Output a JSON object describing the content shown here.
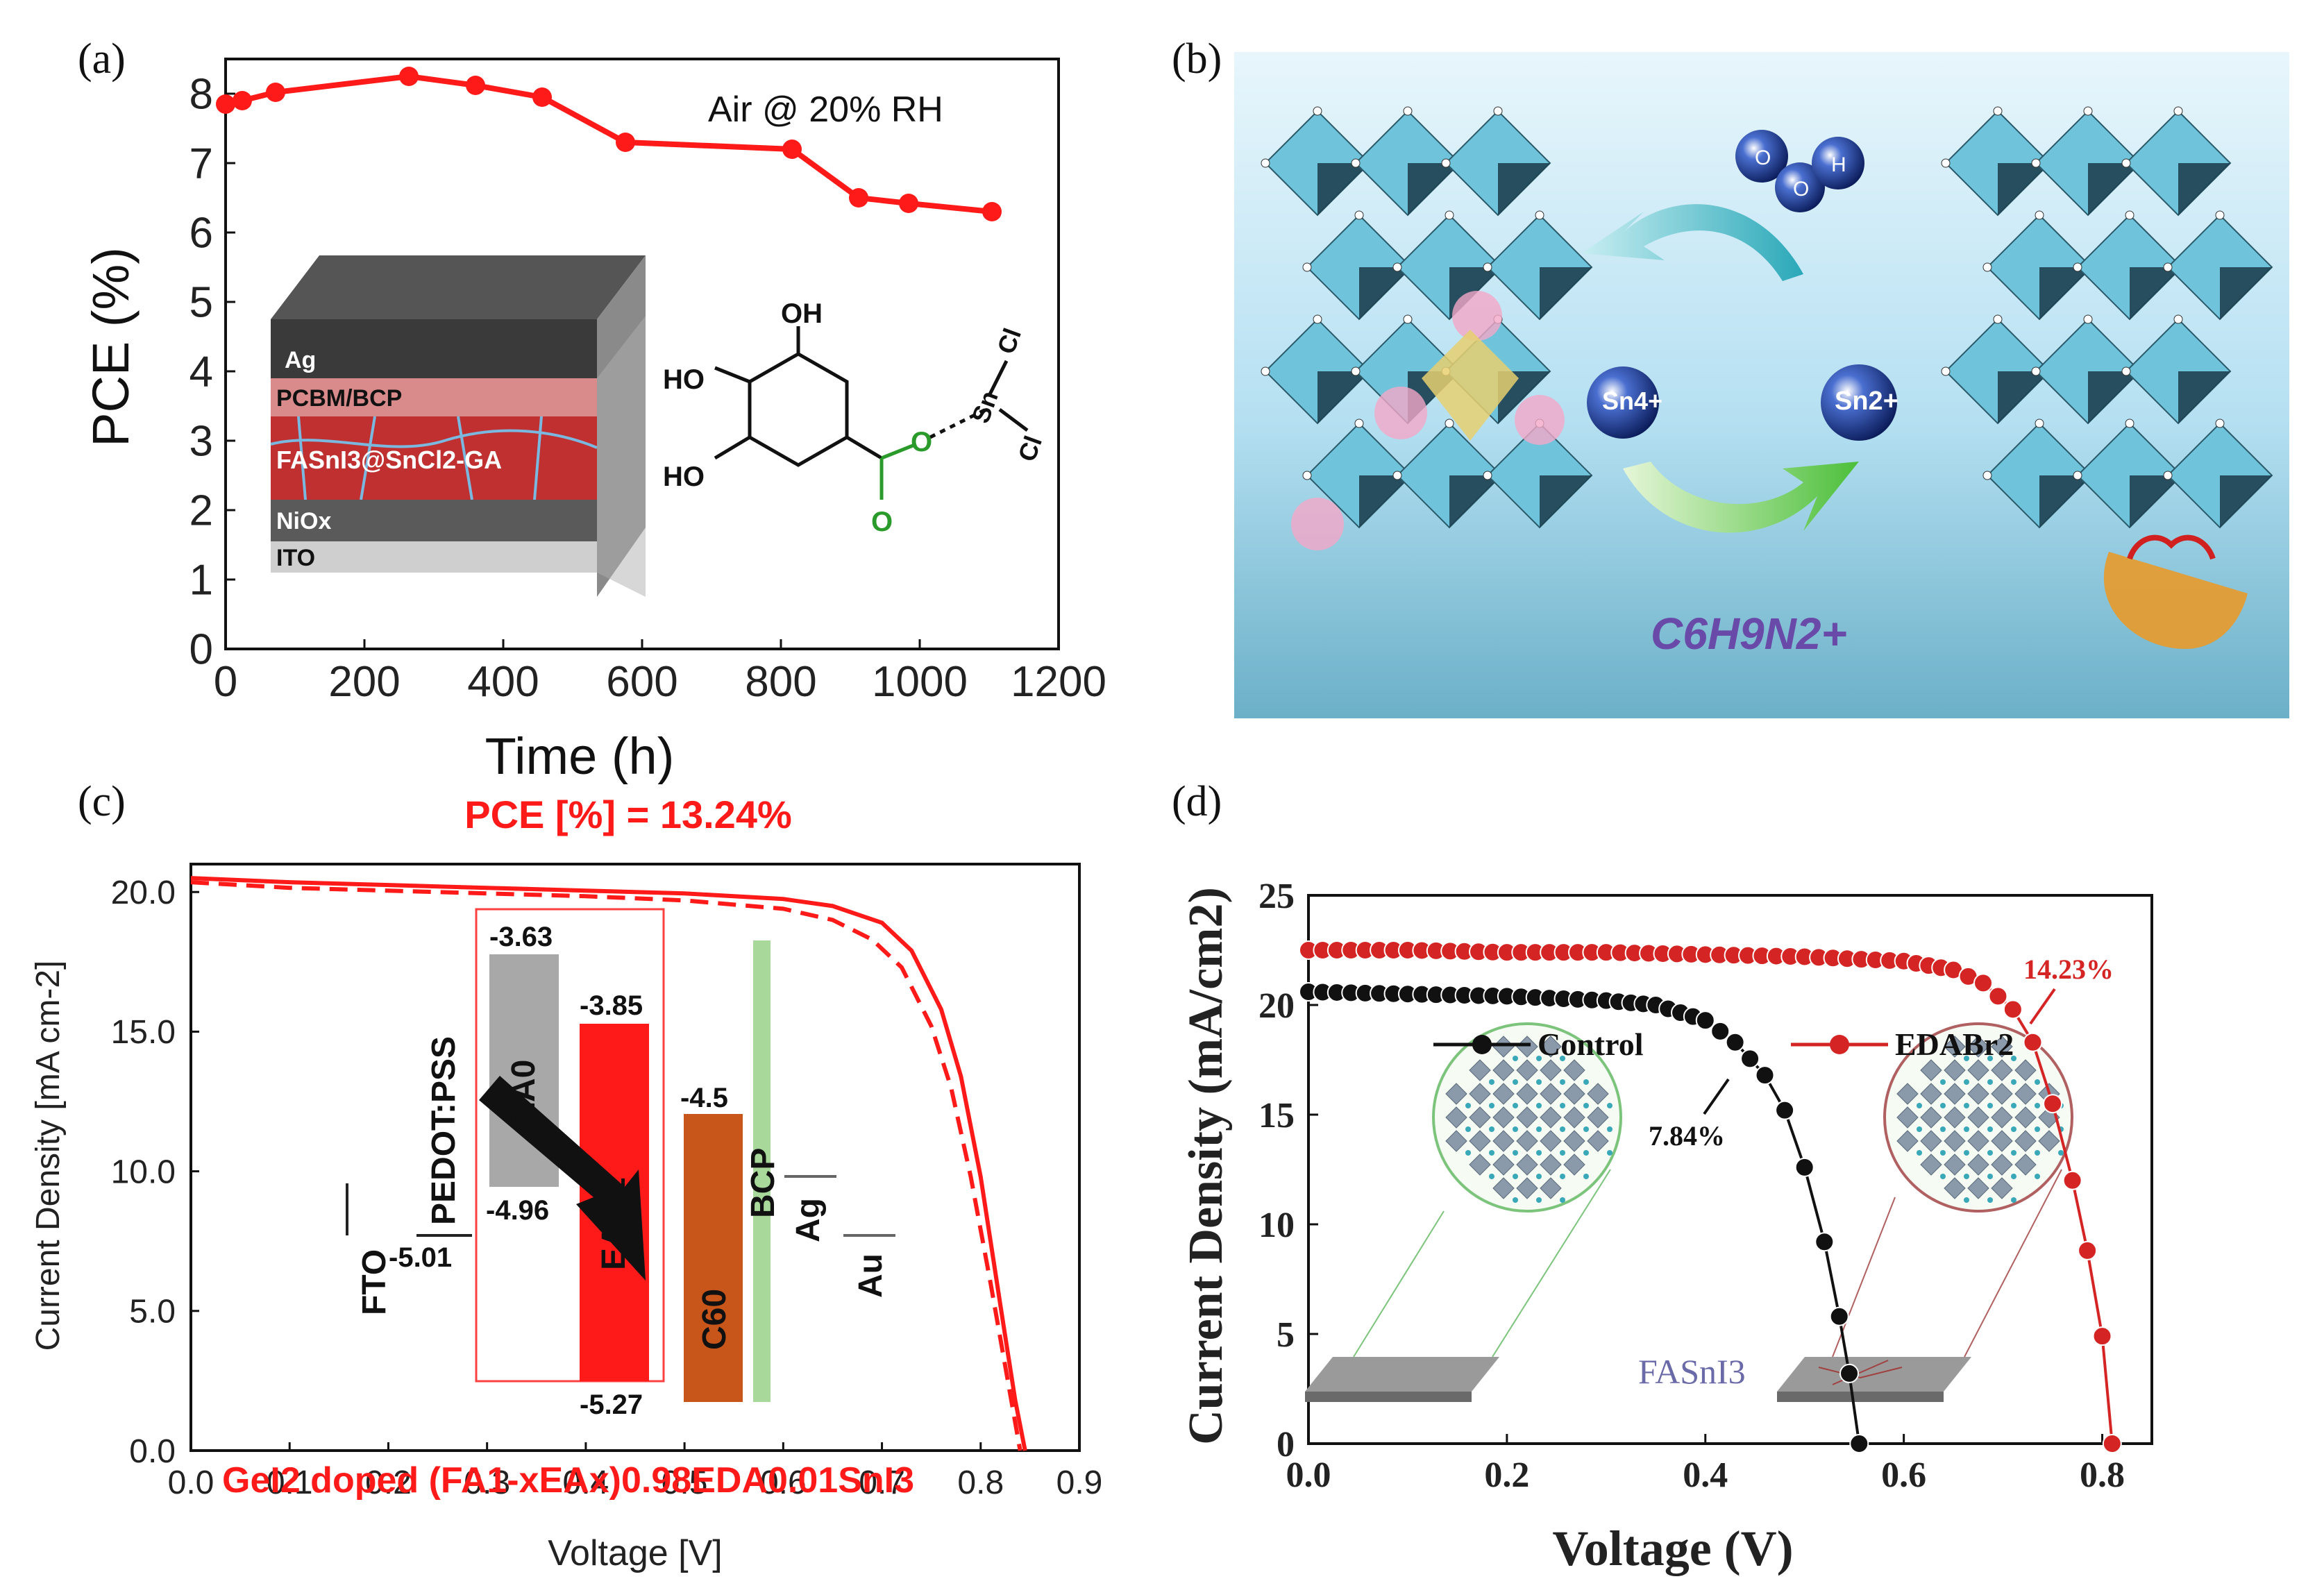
{
  "panel_labels": [
    "(a)",
    "(b)",
    "(c)",
    "(d)"
  ],
  "colors": {
    "red": "#ff1a1a",
    "dark_red": "#d42424",
    "black": "#111111",
    "bg_blue": "#b9e3f4",
    "octa": "#6fc4dc",
    "ag": "#3a3a3a",
    "pcbm": "#d98a8a",
    "fasni": "#c03030",
    "nio": "#5a5a5a",
    "ito": "#cfcfcf",
    "ea0": "#a8a8a8",
    "ea01": "#ff1a1a",
    "c60": "#c8561a",
    "bcp": "#a8d89a",
    "green": "#2a9a2a",
    "purple": "#6a4aa8"
  },
  "panel_a": {
    "annotation": "Air @ 20% RH",
    "device_layers": [
      "Ag",
      "PCBM/BCP",
      "FASnI3@SnCl2-GA",
      "NiOx",
      "ITO"
    ],
    "molecule_labels": {
      "oh_top": "OH",
      "ho_mid": "HO",
      "ho_bot": "HO",
      "o_ring": "O",
      "o_link": "O",
      "sn": "Sn",
      "cl1": "Cl",
      "cl2": "Cl"
    }
  },
  "panel_b": {
    "ion_left": "Sn4+",
    "ion_right": "Sn2+",
    "formula": "C6H9N2+",
    "molecule_letters": [
      "O",
      "O",
      "H"
    ]
  },
  "panel_c": {
    "title": "PCE [%] = 13.24%",
    "legend": "GeI2 doped (FA1-xEAx)0.98EDA0.01SnI3",
    "bands": [
      {
        "name": "FTO",
        "bottom": -5.01
      },
      {
        "name": "PEDOT:PSS",
        "bottom": -5.01
      },
      {
        "name": "EA0",
        "top": -3.63,
        "bottom": -4.96
      },
      {
        "name": "EA0.1",
        "top": -3.85,
        "bottom": -5.27
      },
      {
        "name": "C60",
        "top": -4.5
      },
      {
        "name": "BCP"
      },
      {
        "name": "Ag"
      },
      {
        "name": "Au"
      }
    ],
    "band_values": [
      "-3.63",
      "-3.85",
      "-4.5",
      "-4.96",
      "-5.01",
      "-5.27"
    ]
  },
  "panel_d": {
    "annotations": [
      "14.23%",
      "7.84%"
    ],
    "center_label": "FASnI3"
  },
  "chart_data": [
    {
      "type": "line",
      "xlabel": "Time (h)",
      "ylabel": "PCE (%)",
      "xlim": [
        0,
        1200
      ],
      "ylim": [
        0,
        8.5
      ],
      "xticks": [
        0,
        200,
        400,
        600,
        800,
        1000,
        1200
      ],
      "yticks": [
        0,
        1,
        2,
        3,
        4,
        5,
        6,
        7,
        8
      ],
      "grid": false,
      "series": [
        {
          "x": [
            0,
            24,
            72,
            264,
            360,
            456,
            576,
            816,
            912,
            984,
            1104
          ],
          "y": [
            7.85,
            7.9,
            8.02,
            8.25,
            8.12,
            7.95,
            7.3,
            7.2,
            6.5,
            6.42,
            6.3
          ]
        }
      ]
    },
    {
      "type": "line",
      "xlabel": "Voltage [V]",
      "ylabel": "Current Density [mA cm-2]",
      "xlim": [
        0,
        0.9
      ],
      "ylim": [
        0,
        21
      ],
      "xticks": [
        0.0,
        0.1,
        0.2,
        0.3,
        0.4,
        0.5,
        0.6,
        0.7,
        0.8,
        0.9
      ],
      "yticks": [
        0.0,
        5.0,
        10.0,
        15.0,
        20.0
      ],
      "grid": false,
      "series": [
        {
          "style": "solid",
          "x": [
            0,
            0.1,
            0.2,
            0.3,
            0.4,
            0.5,
            0.6,
            0.65,
            0.7,
            0.73,
            0.76,
            0.78,
            0.8,
            0.82,
            0.835,
            0.845
          ],
          "y": [
            20.5,
            20.35,
            20.25,
            20.15,
            20.05,
            19.95,
            19.75,
            19.5,
            18.9,
            17.9,
            15.8,
            13.4,
            9.8,
            5.2,
            1.8,
            0
          ]
        },
        {
          "style": "dashed",
          "x": [
            0,
            0.1,
            0.2,
            0.3,
            0.4,
            0.5,
            0.6,
            0.65,
            0.69,
            0.72,
            0.75,
            0.77,
            0.79,
            0.81,
            0.825,
            0.84
          ],
          "y": [
            20.35,
            20.15,
            20.05,
            19.95,
            19.85,
            19.7,
            19.4,
            19.0,
            18.3,
            17.3,
            15.2,
            13.0,
            9.8,
            6.0,
            3.0,
            0
          ]
        }
      ]
    },
    {
      "type": "scatter",
      "xlabel": "Voltage (V)",
      "ylabel": "Current Density (mA/cm2)",
      "xlim": [
        0,
        0.85
      ],
      "ylim": [
        0,
        25
      ],
      "xticks": [
        0.0,
        0.2,
        0.4,
        0.6,
        0.8
      ],
      "yticks": [
        0,
        5,
        10,
        15,
        20,
        25
      ],
      "grid": false,
      "legend": "top",
      "series": [
        {
          "name": "Control",
          "x": [
            0,
            0.1,
            0.2,
            0.3,
            0.35,
            0.4,
            0.43,
            0.46,
            0.48,
            0.5,
            0.52,
            0.535,
            0.545,
            0.555
          ],
          "y": [
            20.6,
            20.5,
            20.4,
            20.2,
            20.0,
            19.3,
            18.3,
            16.8,
            15.2,
            12.6,
            9.2,
            5.8,
            3.2,
            0
          ]
        },
        {
          "name": "EDABr2",
          "x": [
            0,
            0.1,
            0.2,
            0.3,
            0.4,
            0.5,
            0.6,
            0.65,
            0.68,
            0.71,
            0.73,
            0.75,
            0.77,
            0.785,
            0.8,
            0.81
          ],
          "y": [
            22.5,
            22.5,
            22.4,
            22.4,
            22.3,
            22.2,
            22.0,
            21.6,
            21.0,
            19.8,
            18.3,
            15.5,
            12.0,
            8.8,
            4.9,
            0
          ]
        }
      ]
    }
  ]
}
